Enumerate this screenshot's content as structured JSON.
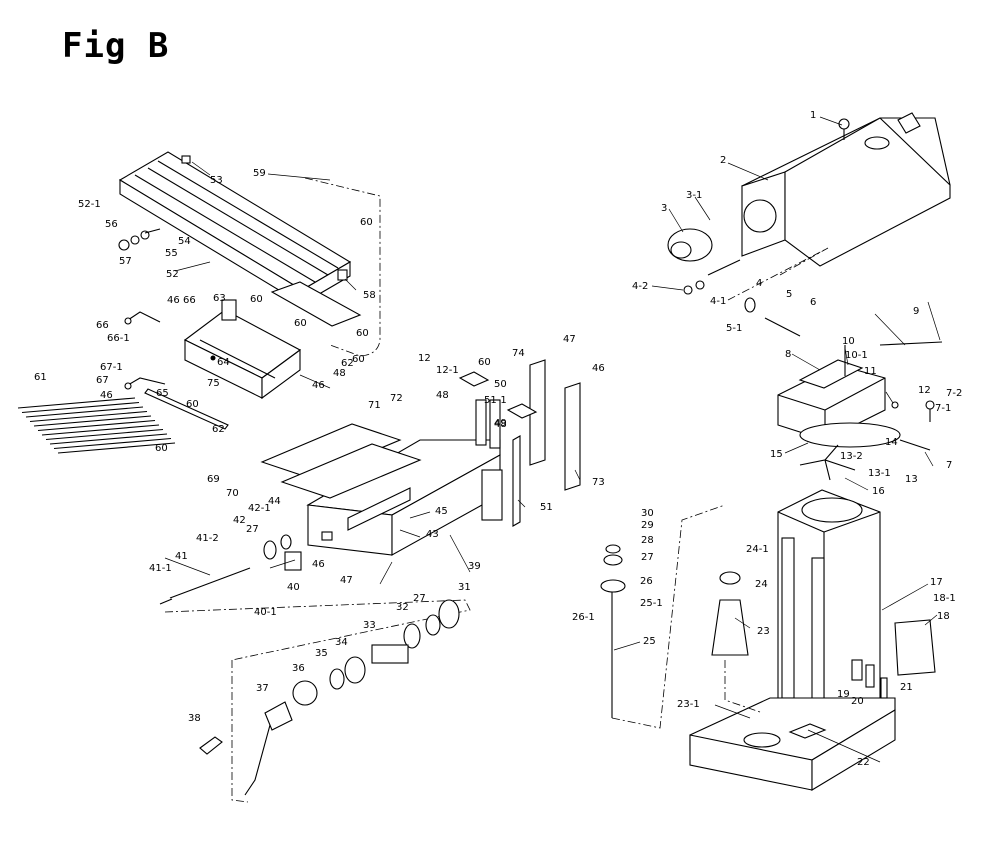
{
  "figure": {
    "title": "Fig B"
  },
  "callouts": {
    "c1": "1",
    "c2": "2",
    "c3": "3",
    "c3_1": "3-1",
    "c4": "4",
    "c4_1": "4-1",
    "c4_2": "4-2",
    "c5": "5",
    "c5_1": "5-1",
    "c6": "6",
    "c7": "7",
    "c7_1": "7-1",
    "c7_2": "7-2",
    "c8": "8",
    "c9": "9",
    "c10": "10",
    "c10_1": "10-1",
    "c11": "11",
    "c12": "12",
    "c12_1": "12-1",
    "c12b": "12",
    "c13": "13",
    "c13_1": "13-1",
    "c13_2": "13-2",
    "c14": "14",
    "c15": "15",
    "c16": "16",
    "c17": "17",
    "c18": "18",
    "c18_1": "18-1",
    "c19": "19",
    "c20": "20",
    "c21": "21",
    "c22": "22",
    "c23": "23",
    "c23_1": "23-1",
    "c24": "24",
    "c24_1": "24-1",
    "c25": "25",
    "c25_1": "25-1",
    "c26": "26",
    "c26_1": "26-1",
    "c27": "27",
    "c27b": "27",
    "c27c": "27",
    "c28": "28",
    "c29": "29",
    "c30": "30",
    "c31": "31",
    "c32": "32",
    "c33": "33",
    "c34": "34",
    "c35": "35",
    "c36": "36",
    "c37": "37",
    "c38": "38",
    "c39": "39",
    "c40": "40",
    "c40_1": "40-1",
    "c41": "41",
    "c41_1": "41-1",
    "c41_2": "41-2",
    "c42": "42",
    "c42_1": "42-1",
    "c43": "43",
    "c44": "44",
    "c45": "45",
    "c46a": "46",
    "c46b": "46",
    "c46c": "46",
    "c46d": "46",
    "c46e": "46",
    "c47a": "47",
    "c47b": "47",
    "c48a": "48",
    "c48b": "48",
    "c48c": "48",
    "c49": "49",
    "c50": "50",
    "c51": "51",
    "c51_1": "51-1",
    "c52": "52",
    "c52_1": "52-1",
    "c53": "53",
    "c54": "54",
    "c55": "55",
    "c56": "56",
    "c57": "57",
    "c58": "58",
    "c59": "59",
    "c60a": "60",
    "c60b": "60",
    "c60c": "60",
    "c60d": "60",
    "c60e": "60",
    "c60f": "60",
    "c60g": "60",
    "c60h": "60",
    "c61": "61",
    "c62a": "62",
    "c62b": "62",
    "c63": "63",
    "c64": "64",
    "c65": "65",
    "c66": "66",
    "c66b": "66",
    "c66_1": "66-1",
    "c67": "67",
    "c67_1": "67-1",
    "c69": "69",
    "c70": "70",
    "c71": "71",
    "c72": "72",
    "c73": "73",
    "c74": "74",
    "c75": "75"
  }
}
